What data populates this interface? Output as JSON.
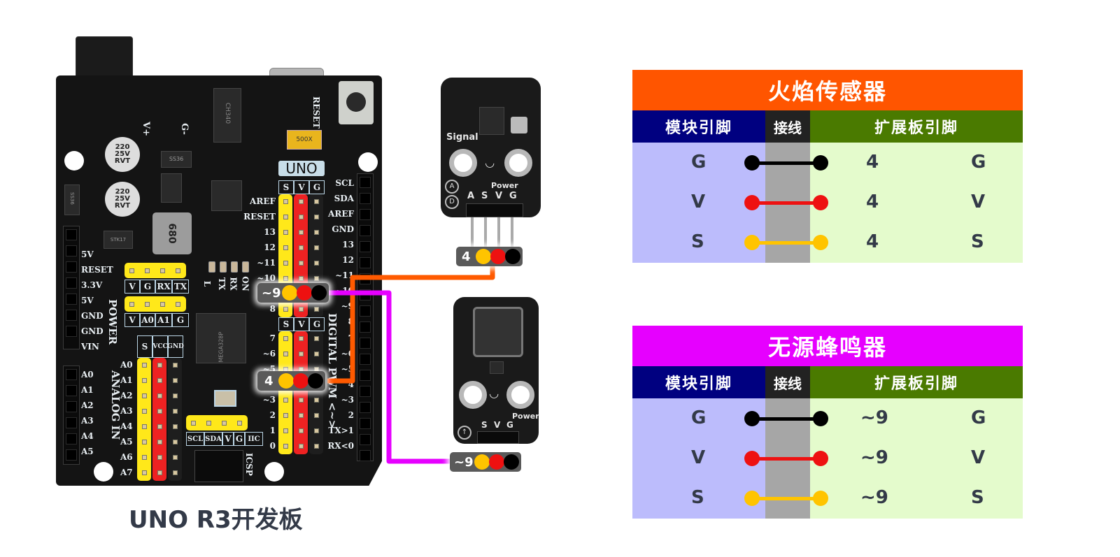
{
  "board": {
    "caption": "UNO R3开发板",
    "chips": {
      "usb_chip": "CH340",
      "main_chip": "MEGA328P",
      "inductor": "680",
      "fuse": "500X",
      "cap_label_1": "220 25V RVT",
      "cap_label_2": "220 25V RVT",
      "diode_1": "SS36",
      "diode_2": "SS36",
      "regulator": "STK17"
    },
    "uno_badge": "UNO",
    "reset_label": "RESET",
    "power_labels": {
      "vplus": "V+",
      "gminus": "G-"
    },
    "power_header": {
      "title": "POWER",
      "pins": [
        "5V",
        "RESET",
        "3.3V",
        "5V",
        "GND",
        "GND",
        "VIN"
      ]
    },
    "analog_header": {
      "title": "ANALOG IN",
      "pins": [
        "A0",
        "A1",
        "A2",
        "A3",
        "A4",
        "A5"
      ]
    },
    "analog_svg_header": [
      "S",
      "VCC",
      "GND"
    ],
    "analog_svg_pins": [
      "A0",
      "A1",
      "A2",
      "A3",
      "A4",
      "A5",
      "A6",
      "A7"
    ],
    "uart_box": [
      "V",
      "G",
      "RX",
      "TX"
    ],
    "analog_box": [
      "V",
      "A0",
      "A1",
      "G"
    ],
    "iic_box": [
      "SCL",
      "SDA",
      "V",
      "G",
      "IIC"
    ],
    "icsp": "ICSP",
    "led_labels": [
      "L",
      "TX",
      "RX",
      "ON"
    ],
    "digital_svg_header": [
      "S",
      "V",
      "G"
    ],
    "digital_upper_pins": [
      "AREF",
      "RESET",
      "13",
      "12",
      "~11",
      "~10",
      "~9",
      "8"
    ],
    "digital_lower_pins": [
      "7",
      "~6",
      "~5",
      "4",
      "~3",
      "2",
      "1",
      "0"
    ],
    "digital_title": "DIGITAL PWM <~>",
    "right_header_pins": [
      "SCL",
      "SDA",
      "AREF",
      "GND",
      "13",
      "12",
      "~11",
      "~10",
      "~9",
      "8",
      "7",
      "~6",
      "~5",
      "4",
      "~3",
      "2",
      "TX>1",
      "RX<0"
    ]
  },
  "tags": {
    "board_pin9": "~9",
    "board_pin4": "4",
    "flame_tag": "4",
    "buzzer_tag": "~9"
  },
  "modules": {
    "flame": {
      "labels": {
        "signal": "Signal",
        "power": "Power",
        "a": "A",
        "d": "D"
      },
      "pins": [
        "A",
        "S",
        "V",
        "G"
      ]
    },
    "buzzer": {
      "labels": {
        "power": "Power"
      },
      "pins": [
        "S",
        "V",
        "G"
      ]
    }
  },
  "colors": {
    "wire_yellow": "#ffc400",
    "wire_red": "#ee1111",
    "wire_black": "#000000",
    "flame_route": "#ff5a00",
    "buzzer_route": "#e600ff",
    "flame_title_bg": "#ff5500",
    "buzzer_title_bg": "#e600ff",
    "module_pin_bg": "#000080",
    "wiring_bg": "#222222",
    "board_pin_bg": "#4a7a00"
  },
  "tables": [
    {
      "title": "火焰传感器",
      "headers": [
        "模块引脚",
        "接线",
        "扩展板引脚"
      ],
      "rows": [
        {
          "module_pin": "G",
          "board_pin": "4",
          "board_pin_type": "G",
          "wire": "black"
        },
        {
          "module_pin": "V",
          "board_pin": "4",
          "board_pin_type": "V",
          "wire": "red"
        },
        {
          "module_pin": "S",
          "board_pin": "4",
          "board_pin_type": "S",
          "wire": "yellow"
        }
      ]
    },
    {
      "title": "无源蜂鸣器",
      "headers": [
        "模块引脚",
        "接线",
        "扩展板引脚"
      ],
      "rows": [
        {
          "module_pin": "G",
          "board_pin": "~9",
          "board_pin_type": "G",
          "wire": "black"
        },
        {
          "module_pin": "V",
          "board_pin": "~9",
          "board_pin_type": "V",
          "wire": "red"
        },
        {
          "module_pin": "S",
          "board_pin": "~9",
          "board_pin_type": "S",
          "wire": "yellow"
        }
      ]
    }
  ]
}
